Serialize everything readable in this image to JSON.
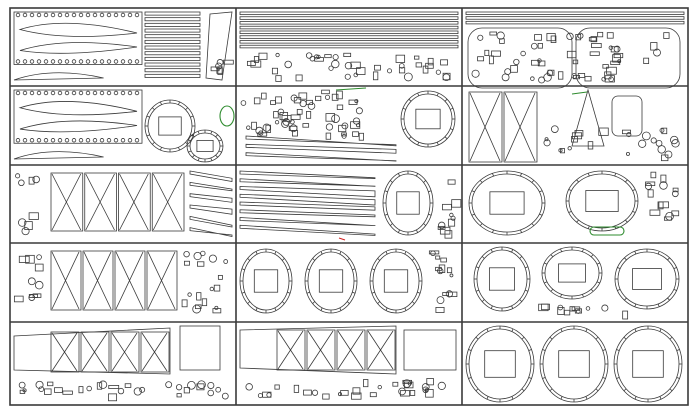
{
  "sheet": {
    "layout": {
      "columns": 3,
      "rows": 5
    },
    "colors": {
      "line": "#3a3a3a",
      "highlight": "#2e8b2e",
      "marker": "#d02020",
      "background": "#ffffff"
    },
    "panels": [
      {
        "id": "r1c1",
        "content": "wing-ribs-strips"
      },
      {
        "id": "r1c2",
        "content": "stringers-strips"
      },
      {
        "id": "r1c3",
        "content": "small-parts-strips"
      },
      {
        "id": "r2c1",
        "content": "wing-ribs-strips"
      },
      {
        "id": "r2c2",
        "content": "fuselage-parts-bulkhead"
      },
      {
        "id": "r2c3",
        "content": "formers-tail"
      },
      {
        "id": "r3c1",
        "content": "truss-frames"
      },
      {
        "id": "r3c2",
        "content": "longerons-bulkhead"
      },
      {
        "id": "r3c3",
        "content": "bulkheads"
      },
      {
        "id": "r4c1",
        "content": "truss-frames"
      },
      {
        "id": "r4c2",
        "content": "bulkheads"
      },
      {
        "id": "r4c3",
        "content": "bulkheads"
      },
      {
        "id": "r5c1",
        "content": "fuselage-side"
      },
      {
        "id": "r5c2",
        "content": "fuselage-side"
      },
      {
        "id": "r5c3",
        "content": "bulkheads"
      }
    ]
  }
}
